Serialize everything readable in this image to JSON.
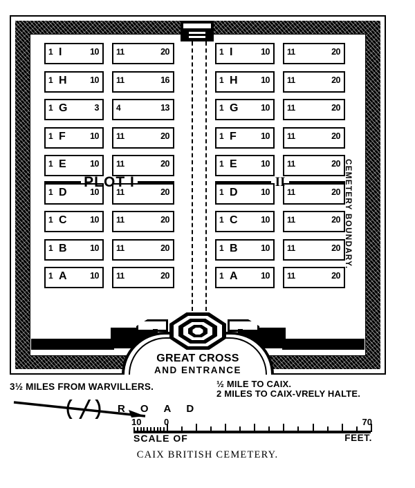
{
  "caption": "CAIX BRITISH CEMETERY.",
  "boundary": {
    "label": "CEMETERY BOUNDARY."
  },
  "top_structure": {
    "name": "shelter-building"
  },
  "plots": [
    {
      "id": "plot-1",
      "label": "PLOT I",
      "rows": [
        {
          "letter": "I",
          "left_start": "1",
          "left_end": "10",
          "right_start": "11",
          "right_end": "20"
        },
        {
          "letter": "H",
          "left_start": "1",
          "left_end": "10",
          "right_start": "11",
          "right_end": "16"
        },
        {
          "letter": "G",
          "left_start": "1",
          "left_end": "3",
          "right_start": "4",
          "right_end": "13"
        },
        {
          "letter": "F",
          "left_start": "1",
          "left_end": "10",
          "right_start": "11",
          "right_end": "20"
        },
        {
          "letter": "E",
          "left_start": "1",
          "left_end": "10",
          "right_start": "11",
          "right_end": "20"
        },
        {
          "letter": "D",
          "left_start": "1",
          "left_end": "10",
          "right_start": "11",
          "right_end": "20"
        },
        {
          "letter": "C",
          "left_start": "1",
          "left_end": "10",
          "right_start": "11",
          "right_end": "20"
        },
        {
          "letter": "B",
          "left_start": "1",
          "left_end": "10",
          "right_start": "11",
          "right_end": "20"
        },
        {
          "letter": "A",
          "left_start": "1",
          "left_end": "10",
          "right_start": "11",
          "right_end": "20"
        }
      ]
    },
    {
      "id": "plot-2",
      "label": "II",
      "rows": [
        {
          "letter": "I",
          "left_start": "1",
          "left_end": "10",
          "right_start": "11",
          "right_end": "20"
        },
        {
          "letter": "H",
          "left_start": "1",
          "left_end": "10",
          "right_start": "11",
          "right_end": "20"
        },
        {
          "letter": "G",
          "left_start": "1",
          "left_end": "10",
          "right_start": "11",
          "right_end": "20"
        },
        {
          "letter": "F",
          "left_start": "1",
          "left_end": "10",
          "right_start": "11",
          "right_end": "20"
        },
        {
          "letter": "E",
          "left_start": "1",
          "left_end": "10",
          "right_start": "11",
          "right_end": "20"
        },
        {
          "letter": "D",
          "left_start": "1",
          "left_end": "10",
          "right_start": "11",
          "right_end": "20"
        },
        {
          "letter": "C",
          "left_start": "1",
          "left_end": "10",
          "right_start": "11",
          "right_end": "20"
        },
        {
          "letter": "B",
          "left_start": "1",
          "left_end": "10",
          "right_start": "11",
          "right_end": "20"
        },
        {
          "letter": "A",
          "left_start": "1",
          "left_end": "10",
          "right_start": "11",
          "right_end": "20"
        }
      ]
    }
  ],
  "entrance": {
    "line1": "GREAT CROSS",
    "line2": "AND   ENTRANCE"
  },
  "directions": {
    "warvillers": "3½ MILES FROM WARVILLERS.",
    "caix": "½ MILE TO CAIX.",
    "halte": "2 MILES TO CAIX-VRELY HALTE."
  },
  "road": {
    "word": "ROAD"
  },
  "scale": {
    "left_label": "10",
    "zero_label": "0",
    "right_label": "70",
    "title": "SCALE  OF",
    "unit": "FEET."
  },
  "colors": {
    "ink": "#000000",
    "paper": "#ffffff"
  }
}
